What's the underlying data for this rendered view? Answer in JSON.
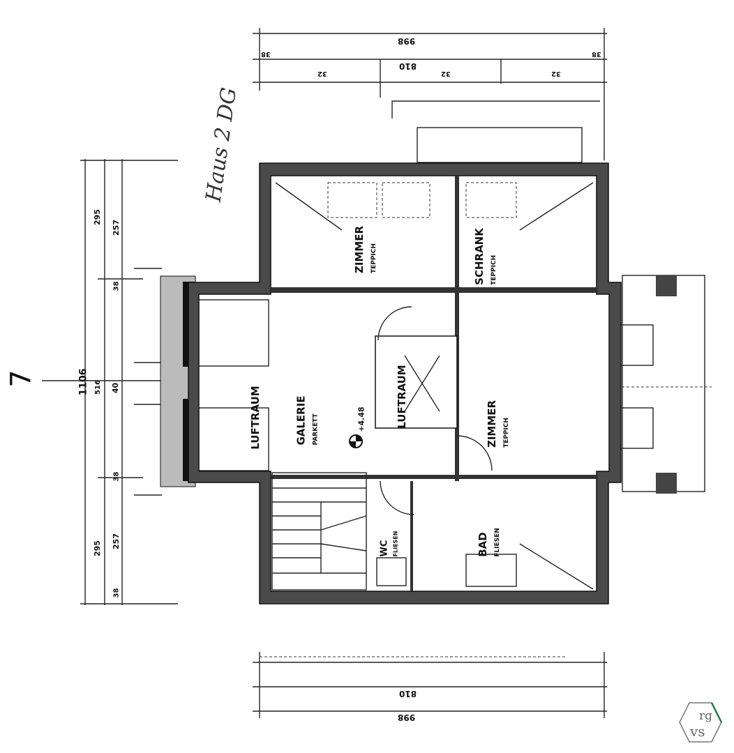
{
  "plan": {
    "title": "Haus 2 DG",
    "section_marker": "7",
    "rooms": [
      {
        "name": "ZIMMER",
        "floor": "TEPPICH"
      },
      {
        "name": "SCHRANK",
        "floor": "TEPPICH"
      },
      {
        "name": "GALERIE",
        "floor": "PARKETT"
      },
      {
        "name": "LUFTRAUM"
      },
      {
        "name": "LUFTRAUM"
      },
      {
        "name": "ZIMMER",
        "floor": "TEPPICH"
      },
      {
        "name": "BAD",
        "floor": "FLIESEN"
      },
      {
        "name": "WC",
        "floor": "FLIESEN"
      }
    ],
    "level_mark": "+4.48",
    "dimensions": {
      "overall_width": "998",
      "inner_width": "810",
      "wall_end": "38",
      "segments_top": [
        "32",
        "32",
        "32"
      ],
      "overall_depth": "1106",
      "left_segments": [
        "295",
        "257",
        "38",
        "516",
        "40",
        "38",
        "257",
        "295",
        "38"
      ]
    }
  },
  "logo": {
    "text": "rg vs",
    "accent": "#1e7a4c"
  },
  "colors": {
    "wall": "#4a4a4a",
    "line": "#111111"
  }
}
